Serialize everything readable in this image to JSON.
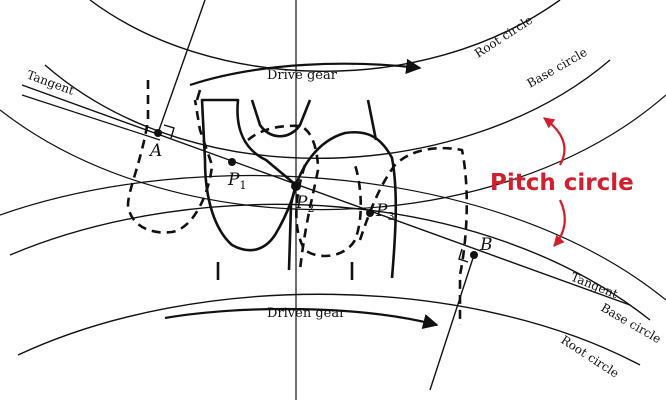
{
  "labels": {
    "drive_gear": "Drive gear",
    "driven_gear": "Driven gear",
    "root_circle_top": "Root circle",
    "base_circle_top": "Base circle",
    "tangent_top": "Tangent",
    "tangent_bottom": "Tangent",
    "base_circle_bottom": "Base circle",
    "root_circle_bottom": "Root circle",
    "pitch_circle": "Pitch circle",
    "point_a": "A",
    "point_b": "B",
    "point_p": "P",
    "p1_sub": "1",
    "p2_sub": "2",
    "p3_sub": "3"
  },
  "colors": {
    "line": "#111111",
    "accent": "#d0202e",
    "hatch_gray": "#9a9a9a"
  }
}
